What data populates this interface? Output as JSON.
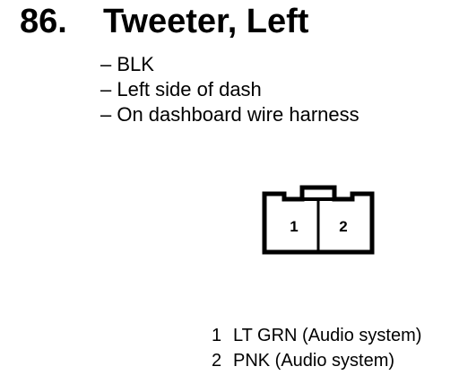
{
  "heading": {
    "number": "86.",
    "title": "Tweeter, Left"
  },
  "attributes": [
    "– BLK",
    "– Left side of dash",
    "– On dashboard wire harness"
  ],
  "connector": {
    "cavities": [
      "1",
      "2"
    ]
  },
  "pins": [
    {
      "pin": "1",
      "description": "LT GRN (Audio system)"
    },
    {
      "pin": "2",
      "description": "PNK (Audio system)"
    }
  ]
}
